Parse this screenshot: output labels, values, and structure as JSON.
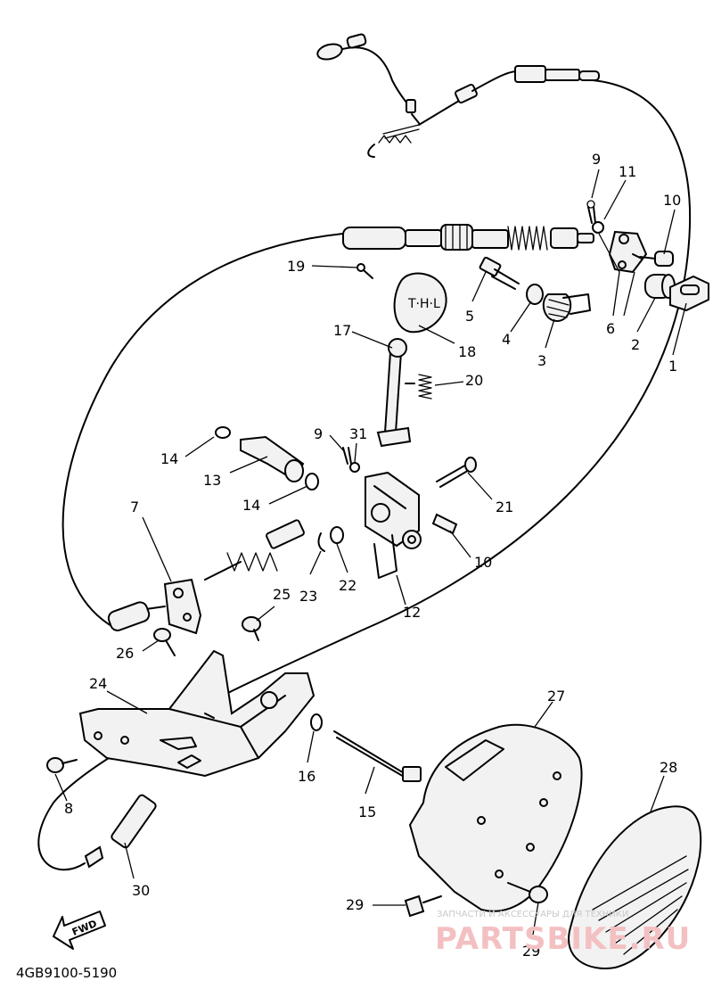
{
  "diagram_code": "4GB9100-5190",
  "fwd_label": "FWD",
  "watermark": {
    "line1": "ЗАПЧАСТИ И АКСЕССУАРЫ ДЛЯ ТЕХНИКИ",
    "line2": "PARTSBIKE.RU"
  },
  "callouts": [
    {
      "id": "c1",
      "text": "1"
    },
    {
      "id": "c2",
      "text": "2"
    },
    {
      "id": "c3",
      "text": "3"
    },
    {
      "id": "c4",
      "text": "4"
    },
    {
      "id": "c5",
      "text": "5"
    },
    {
      "id": "c6",
      "text": "6"
    },
    {
      "id": "c7",
      "text": "7"
    },
    {
      "id": "c8",
      "text": "8"
    },
    {
      "id": "c9a",
      "text": "9"
    },
    {
      "id": "c9b",
      "text": "9"
    },
    {
      "id": "c10a",
      "text": "10"
    },
    {
      "id": "c10b",
      "text": "10"
    },
    {
      "id": "c11",
      "text": "11"
    },
    {
      "id": "c12",
      "text": "12"
    },
    {
      "id": "c13",
      "text": "13"
    },
    {
      "id": "c14a",
      "text": "14"
    },
    {
      "id": "c14b",
      "text": "14"
    },
    {
      "id": "c15",
      "text": "15"
    },
    {
      "id": "c16",
      "text": "16"
    },
    {
      "id": "c17",
      "text": "17"
    },
    {
      "id": "c18",
      "text": "18"
    },
    {
      "id": "c19",
      "text": "19"
    },
    {
      "id": "c20",
      "text": "20"
    },
    {
      "id": "c21",
      "text": "21"
    },
    {
      "id": "c22",
      "text": "22"
    },
    {
      "id": "c23",
      "text": "23"
    },
    {
      "id": "c24",
      "text": "24"
    },
    {
      "id": "c25",
      "text": "25"
    },
    {
      "id": "c26",
      "text": "26"
    },
    {
      "id": "c27",
      "text": "27"
    },
    {
      "id": "c28",
      "text": "28"
    },
    {
      "id": "c29a",
      "text": "29"
    },
    {
      "id": "c29b",
      "text": "29"
    },
    {
      "id": "c30",
      "text": "30"
    },
    {
      "id": "c31",
      "text": "31"
    }
  ]
}
